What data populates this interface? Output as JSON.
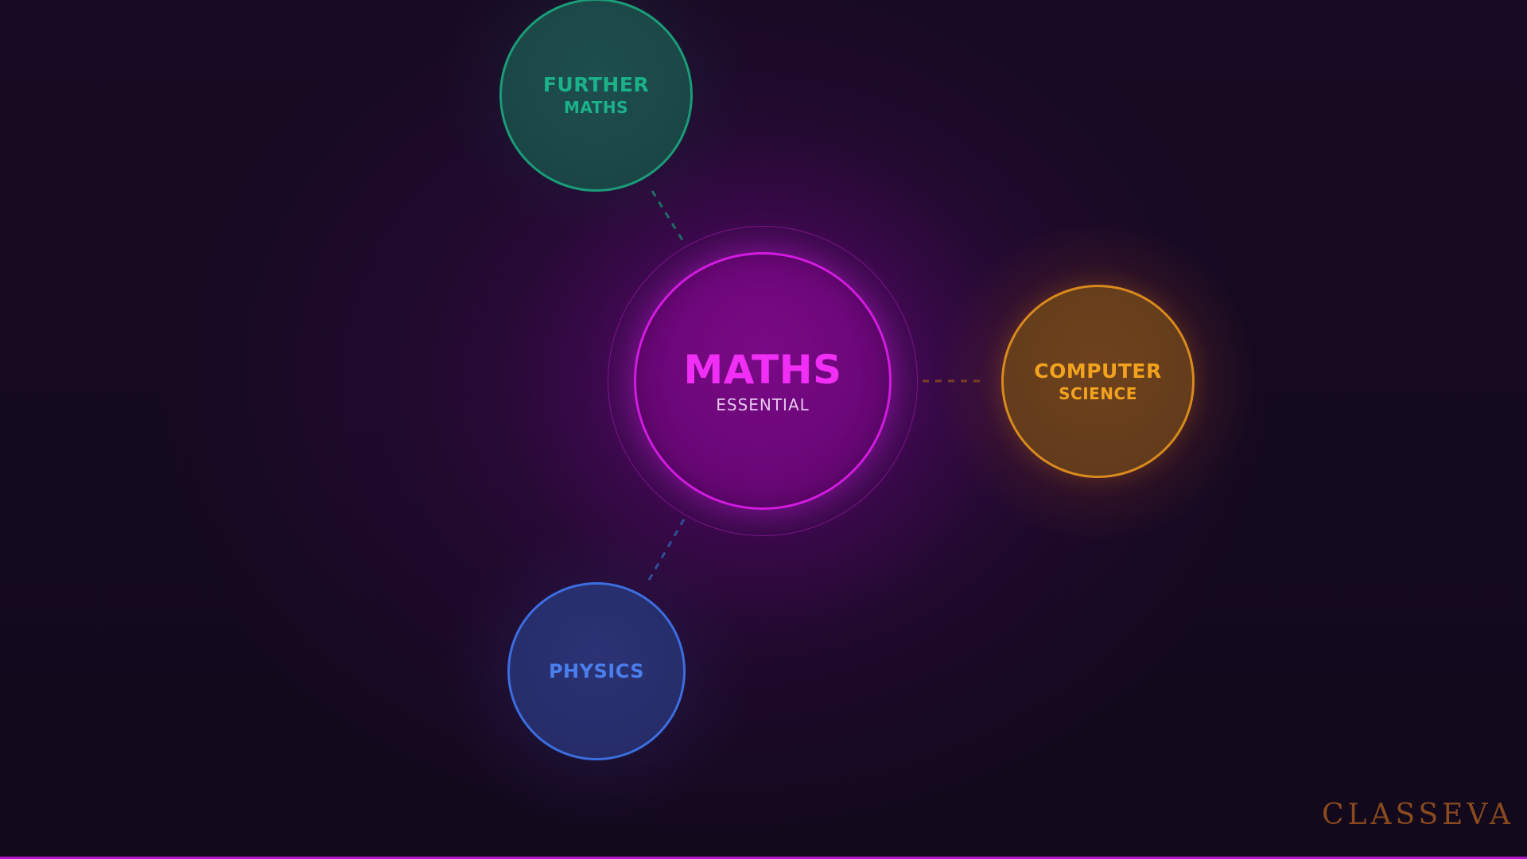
{
  "diagram": {
    "center": {
      "title": "MATHS",
      "subtitle": "ESSENTIAL",
      "color": "#d21be0"
    },
    "nodes": [
      {
        "id": "further-maths",
        "line1": "FURTHER",
        "line2": "MATHS",
        "color": "#1a9c78"
      },
      {
        "id": "computer-science",
        "line1": "COMPUTER",
        "line2": "SCIENCE",
        "color": "#d98a1c"
      },
      {
        "id": "physics",
        "line1": "PHYSICS",
        "line2": "",
        "color": "#3c6ee0"
      }
    ]
  },
  "branding": {
    "logo_text": "CLASSEVA",
    "logo_color": "#8a4a1e",
    "accent_bar_color": "#b313c9"
  }
}
